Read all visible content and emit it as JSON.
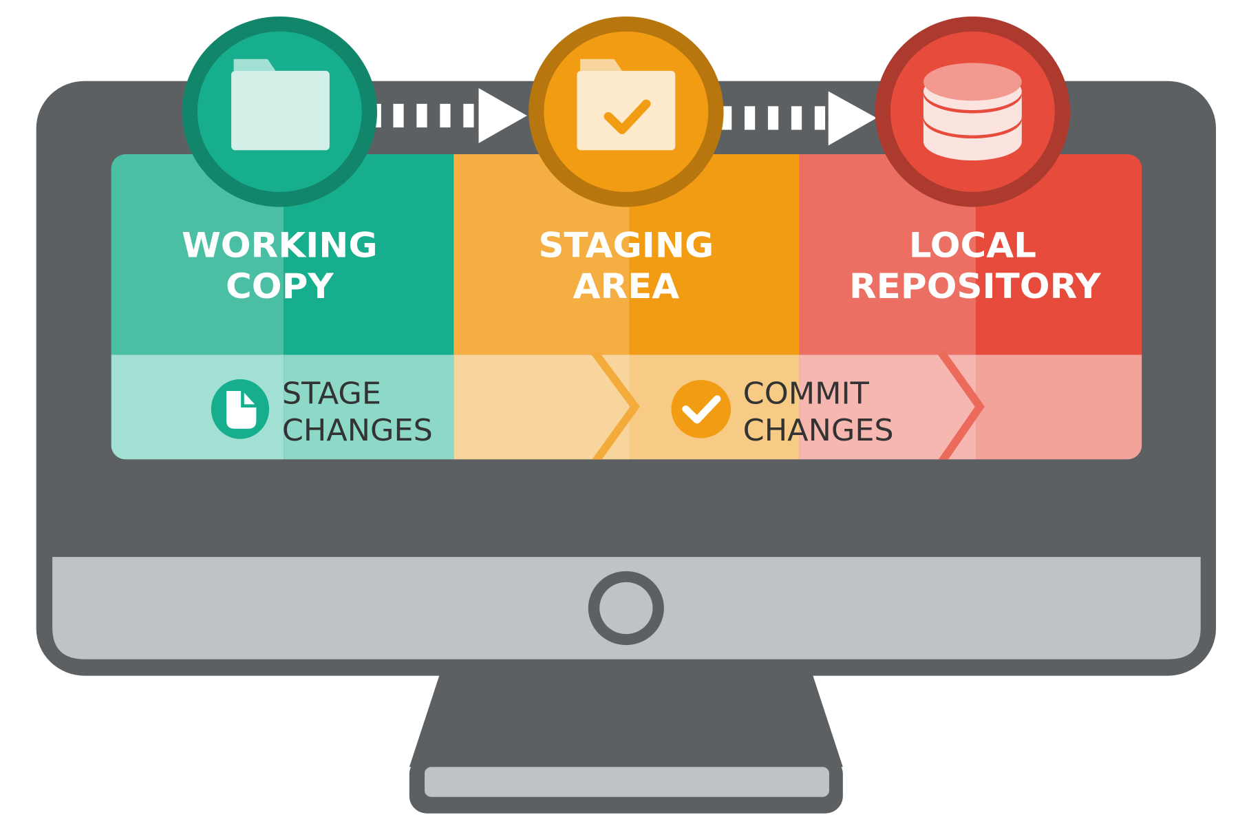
{
  "stages": [
    {
      "title_line1": "WORKING",
      "title_line2": "COPY",
      "icon": "folder-icon"
    },
    {
      "title_line1": "STAGING",
      "title_line2": "AREA",
      "icon": "folder-check-icon"
    },
    {
      "title_line1": "LOCAL",
      "title_line2": "REPOSITORY",
      "icon": "database-icon"
    }
  ],
  "actions": [
    {
      "line1": "STAGE",
      "line2": "CHANGES",
      "icon": "document-icon"
    },
    {
      "line1": "COMMIT",
      "line2": "CHANGES",
      "icon": "check-icon"
    }
  ],
  "colors": {
    "green": "#17ae8e",
    "orange": "#f29c13",
    "red": "#e64b3c",
    "monitor": "#5d6063",
    "chin": "#bfc3c6"
  }
}
